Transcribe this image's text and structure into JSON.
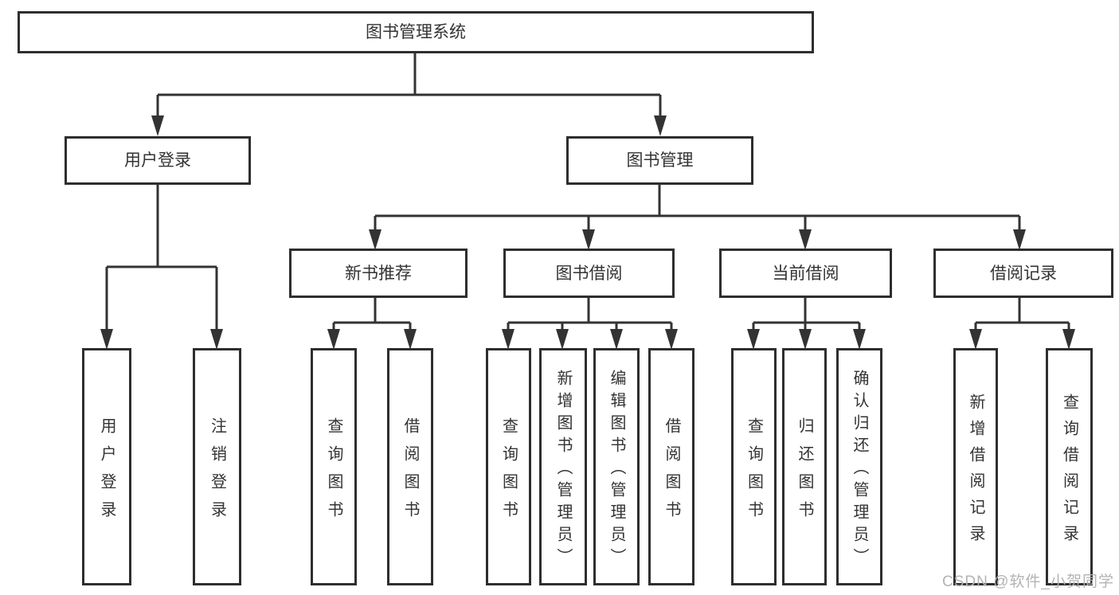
{
  "diagram_title": "图书管理系统",
  "watermark": "CSDN @软件_小贺同学",
  "colors": {
    "line": "#333333",
    "box_border": "#2e2e2e",
    "text": "#333333",
    "background": "#ffffff",
    "watermark": "#b3b3b3"
  },
  "nodes": [
    {
      "id": "root",
      "label": "图书管理系统",
      "parent": null
    },
    {
      "id": "user-login",
      "label": "用户登录",
      "parent": "root"
    },
    {
      "id": "book-mgmt",
      "label": "图书管理",
      "parent": "root"
    },
    {
      "id": "new-book-rec",
      "label": "新书推荐",
      "parent": "book-mgmt"
    },
    {
      "id": "book-borrow",
      "label": "图书借阅",
      "parent": "book-mgmt"
    },
    {
      "id": "current-borrow",
      "label": "当前借阅",
      "parent": "book-mgmt"
    },
    {
      "id": "borrow-records",
      "label": "借阅记录",
      "parent": "book-mgmt"
    },
    {
      "id": "leaf-user-login",
      "label": "用户登录",
      "parent": "user-login"
    },
    {
      "id": "leaf-logout",
      "label": "注销登录",
      "parent": "user-login"
    },
    {
      "id": "leaf-query-book-1",
      "label": "查询图书",
      "parent": "new-book-rec"
    },
    {
      "id": "leaf-borrow-book-1",
      "label": "借阅图书",
      "parent": "new-book-rec"
    },
    {
      "id": "leaf-query-book-2",
      "label": "查询图书",
      "parent": "book-borrow"
    },
    {
      "id": "leaf-add-book",
      "label": "新增图书（管理员）",
      "parent": "book-borrow"
    },
    {
      "id": "leaf-edit-book",
      "label": "编辑图书（管理员）",
      "parent": "book-borrow"
    },
    {
      "id": "leaf-borrow-book-2",
      "label": "借阅图书",
      "parent": "book-borrow"
    },
    {
      "id": "leaf-query-book-3",
      "label": "查询图书",
      "parent": "current-borrow"
    },
    {
      "id": "leaf-return-book",
      "label": "归还图书",
      "parent": "current-borrow"
    },
    {
      "id": "leaf-confirm-return",
      "label": "确认归还（管理员）",
      "parent": "current-borrow"
    },
    {
      "id": "leaf-add-record",
      "label": "新增借阅记录",
      "parent": "borrow-records"
    },
    {
      "id": "leaf-query-record",
      "label": "查询借阅记录",
      "parent": "borrow-records"
    }
  ]
}
